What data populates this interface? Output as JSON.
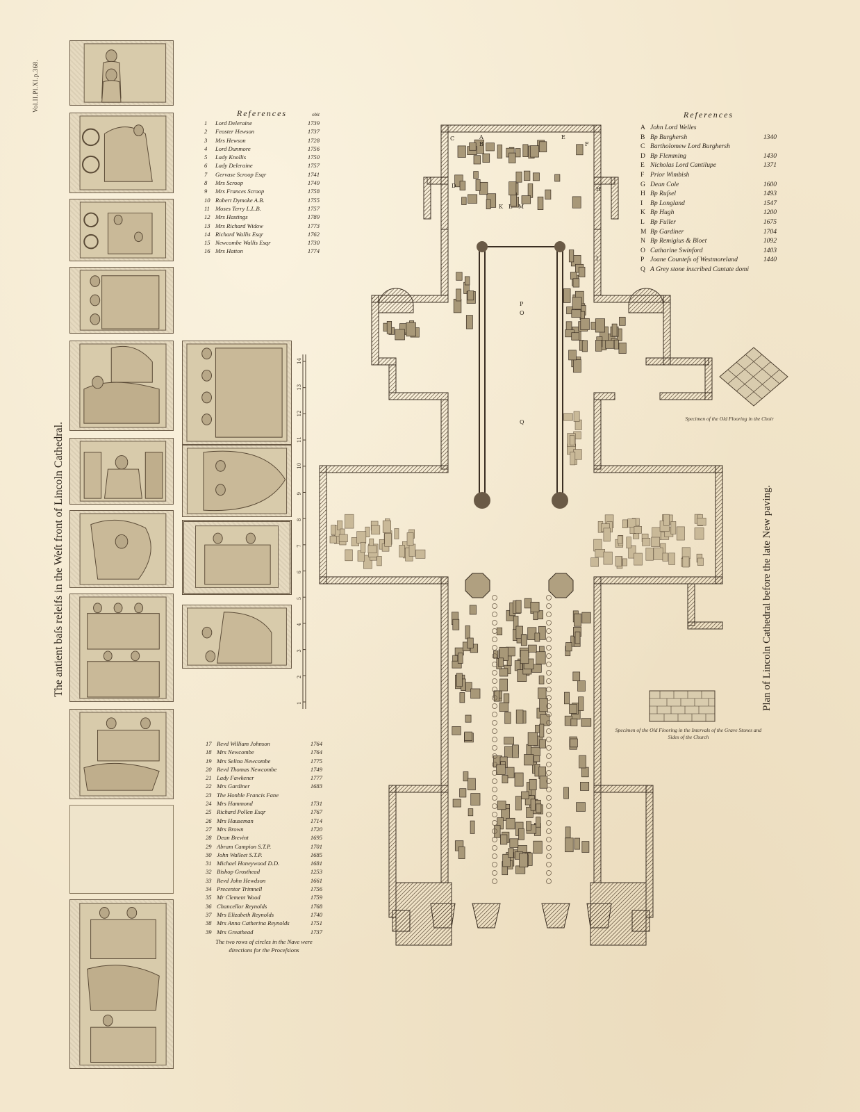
{
  "volume_ref": "Vol.II.Pl.XI.p.368.",
  "left_title": "The antient baſs releifs in the Weſt front of Lincoln Cathedral.",
  "right_title": "Plan of Lincoln Cathedral before the late New paving.",
  "refs_top": {
    "heading": "References",
    "obit_label": "obit",
    "rows": [
      {
        "n": "1",
        "name": "Lord Deleraine",
        "yr": "1739"
      },
      {
        "n": "2",
        "name": "Feoster Hewson",
        "yr": "1737"
      },
      {
        "n": "3",
        "name": "Mrs Hewson",
        "yr": "1728"
      },
      {
        "n": "4",
        "name": "Lord Dunmore",
        "yr": "1756"
      },
      {
        "n": "5",
        "name": "Lady Knollis",
        "yr": "1750"
      },
      {
        "n": "6",
        "name": "Lady Deleraine",
        "yr": "1757"
      },
      {
        "n": "7",
        "name": "Gervase Scroop Esqr",
        "yr": "1741"
      },
      {
        "n": "8",
        "name": "Mrs Scroop",
        "yr": "1749"
      },
      {
        "n": "9",
        "name": "Mrs Frances Scroop",
        "yr": "1758"
      },
      {
        "n": "10",
        "name": "Robert Dymoke A.B.",
        "yr": "1755"
      },
      {
        "n": "11",
        "name": "Moses Terry L.L.B.",
        "yr": "1757"
      },
      {
        "n": "12",
        "name": "Mrs Hastings",
        "yr": "1789"
      },
      {
        "n": "13",
        "name": "Mrs Richard Widow",
        "yr": "1773"
      },
      {
        "n": "14",
        "name": "Richard Wallis Esqr",
        "yr": "1762"
      },
      {
        "n": "15",
        "name": "Newcombe Wallis Esqr",
        "yr": "1730"
      },
      {
        "n": "16",
        "name": "Mrs Hatton",
        "yr": "1774"
      }
    ]
  },
  "refs_bottom": {
    "rows": [
      {
        "n": "17",
        "name": "Revd William Johnson",
        "yr": "1764"
      },
      {
        "n": "18",
        "name": "Mrs Newcombe",
        "yr": "1764"
      },
      {
        "n": "19",
        "name": "Mrs Selina Newcombe",
        "yr": "1775"
      },
      {
        "n": "20",
        "name": "Revd Thomas Newcombe",
        "yr": "1749"
      },
      {
        "n": "21",
        "name": "Lady Fawkener",
        "yr": "1777"
      },
      {
        "n": "22",
        "name": "Mrs Gardiner",
        "yr": "1683"
      },
      {
        "n": "23",
        "name": "The Honble Francis Fane",
        "yr": ""
      },
      {
        "n": "24",
        "name": "Mrs Hammond",
        "yr": "1731"
      },
      {
        "n": "25",
        "name": "Richard Pollen Esqr",
        "yr": "1767"
      },
      {
        "n": "26",
        "name": "Mrs Hauseman",
        "yr": "1714"
      },
      {
        "n": "27",
        "name": "Mrs Brown",
        "yr": "1720"
      },
      {
        "n": "28",
        "name": "Dean Brevint",
        "yr": "1695"
      },
      {
        "n": "29",
        "name": "Abram Campion S.T.P.",
        "yr": "1701"
      },
      {
        "n": "30",
        "name": "John Walleet S.T.P.",
        "yr": "1685"
      },
      {
        "n": "31",
        "name": "Michael Honeywood D.D.",
        "yr": "1681"
      },
      {
        "n": "32",
        "name": "Bishop Grosthead",
        "yr": "1253"
      },
      {
        "n": "33",
        "name": "Revd John Hewdson",
        "yr": "1661"
      },
      {
        "n": "34",
        "name": "Precentor Trimnell",
        "yr": "1756"
      },
      {
        "n": "35",
        "name": "Mr Clement Wood",
        "yr": "1759"
      },
      {
        "n": "36",
        "name": "Chancellor Reynolds",
        "yr": "1768"
      },
      {
        "n": "37",
        "name": "Mrs Elizabeth Reynolds",
        "yr": "1740"
      },
      {
        "n": "38",
        "name": "Mrs Anna Catherina Reynolds",
        "yr": "1751"
      },
      {
        "n": "39",
        "name": "Mrs Greathead",
        "yr": "1737"
      }
    ],
    "note": "The two rows of circles in the Nave were directions for the Proceſsions"
  },
  "refs_right": {
    "heading": "References",
    "rows": [
      {
        "n": "A",
        "name": "John Lord Welles",
        "yr": ""
      },
      {
        "n": "B",
        "name": "Bp Burghersh",
        "yr": "1340"
      },
      {
        "n": "C",
        "name": "Bartholomew Lord Burghersh",
        "yr": ""
      },
      {
        "n": "D",
        "name": "Bp Flemming",
        "yr": "1430"
      },
      {
        "n": "E",
        "name": "Nicholas Lord Cantilupe",
        "yr": "1371"
      },
      {
        "n": "F",
        "name": "Prior Wimbish",
        "yr": ""
      },
      {
        "n": "G",
        "name": "Dean Cole",
        "yr": "1600"
      },
      {
        "n": "H",
        "name": "Bp Ruſsel",
        "yr": "1493"
      },
      {
        "n": "I",
        "name": "Bp Longland",
        "yr": "1547"
      },
      {
        "n": "K",
        "name": "Bp Hugh",
        "yr": "1200"
      },
      {
        "n": "L",
        "name": "Bp Fuller",
        "yr": "1675"
      },
      {
        "n": "M",
        "name": "Bp Gardiner",
        "yr": "1704"
      },
      {
        "n": "N",
        "name": "Bp Remigius & Bloet",
        "yr": "1092"
      },
      {
        "n": "O",
        "name": "Catharine Swinford",
        "yr": "1403"
      },
      {
        "n": "P",
        "name": "Joane Counteſs of Westmoreland",
        "yr": "1440"
      },
      {
        "n": "Q",
        "name": "A Grey stone inscribed Cantate domi",
        "yr": ""
      }
    ]
  },
  "captions": {
    "choir_floor": "Specimen of the Old Flooring in the Choir",
    "intervals_floor": "Specimen of the Old Flooring in the Intervals of the Grave Stones and Sides of the Church"
  },
  "scale_ticks": [
    "1",
    "2",
    "3",
    "4",
    "5",
    "6",
    "7",
    "8",
    "9",
    "10",
    "11",
    "12",
    "13",
    "14"
  ],
  "plan_letters": [
    "C",
    "A",
    "B",
    "E",
    "F",
    "D",
    "H",
    "K",
    "L",
    "M",
    "I",
    "P",
    "O",
    "Q"
  ]
}
